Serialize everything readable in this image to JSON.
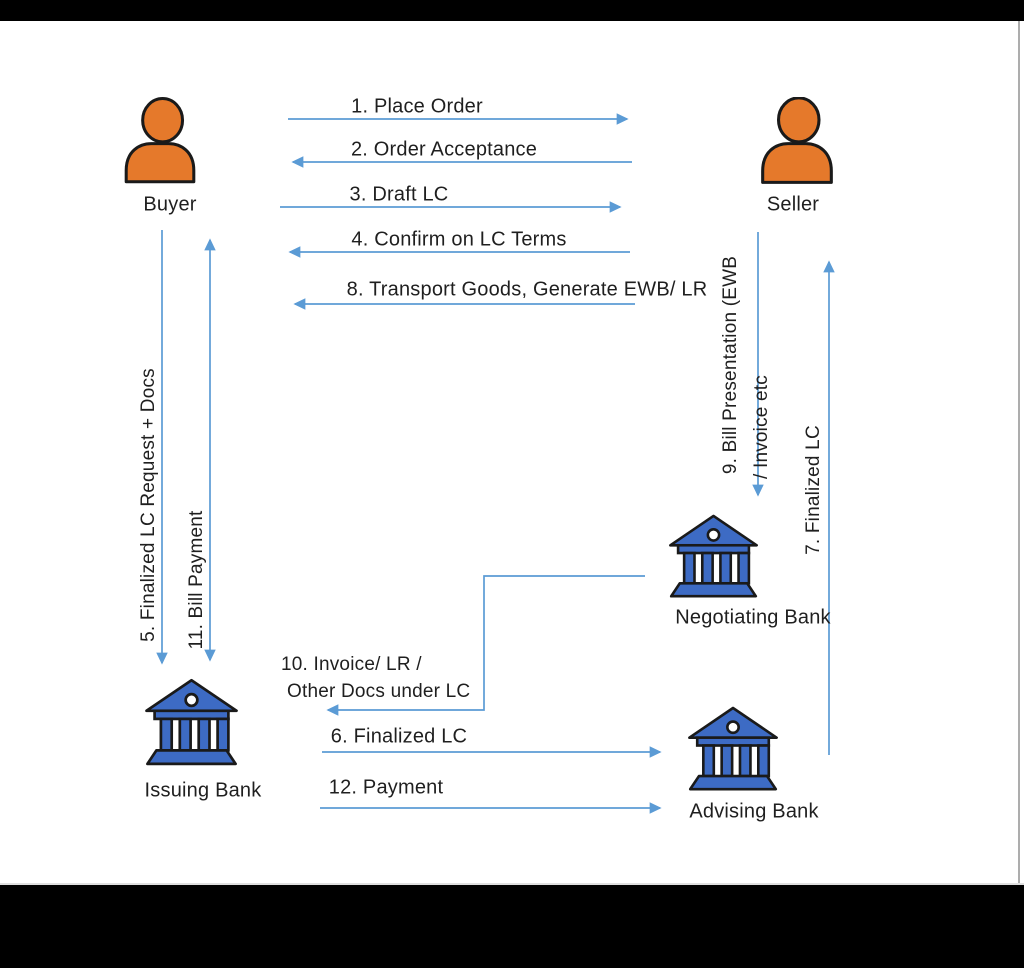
{
  "actors": {
    "buyer": "Buyer",
    "seller": "Seller",
    "issuing_bank": "Issuing Bank",
    "advising_bank": "Advising Bank",
    "negotiating_bank": "Negotiating Bank"
  },
  "flows": {
    "f1": "1. Place Order",
    "f2": "2. Order Acceptance",
    "f3": "3. Draft LC",
    "f4": "4. Confirm on LC Terms",
    "f5": "5. Finalized LC Request + Docs",
    "f6": "6. Finalized LC",
    "f7": "7. Finalized LC",
    "f8": "8. Transport Goods, Generate EWB/ LR",
    "f9_line1": "9. Bill Presentation (EWB",
    "f9_line2": "/ Invoice etc",
    "f10_line1": "10. Invoice/ LR /",
    "f10_line2": "Other Docs under LC",
    "f11": "11. Bill Payment",
    "f12": "12. Payment"
  },
  "icons": {
    "buyer": "person-icon",
    "seller": "person-icon",
    "issuing_bank": "bank-icon",
    "advising_bank": "bank-icon",
    "negotiating_bank": "bank-icon"
  },
  "colors": {
    "arrow": "#5b9bd5",
    "person_fill": "#e5792b",
    "bank_fill": "#3d6bc4",
    "icon_outline": "#1a1a1a",
    "text": "#1f1f1f",
    "background": "#ffffff",
    "letterbox": "#000000"
  }
}
